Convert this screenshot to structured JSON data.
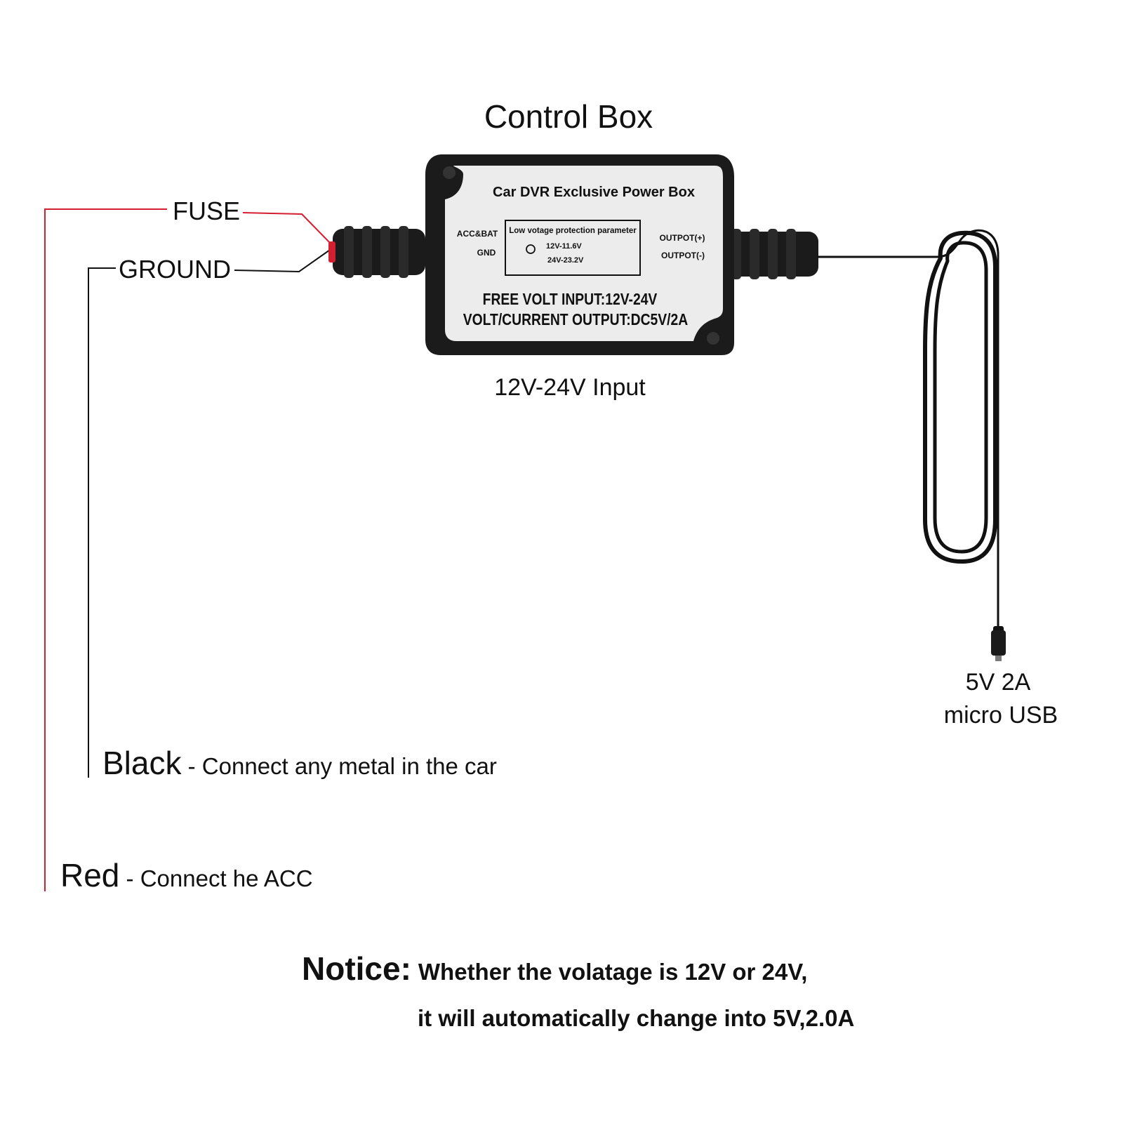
{
  "title": "Control Box",
  "box": {
    "brand": "Car DVR Exclusive Power Box",
    "left_top": "ACC&BAT",
    "left_bottom": "GND",
    "right_top": "OUTPOT(+)",
    "right_bottom": "OUTPOT(-)",
    "param_title": "Low votage protection parameter",
    "param_1": "12V-11.6V",
    "param_2": "24V-23.2V",
    "input_line": "FREE VOLT INPUT:12V-24V",
    "output_line": "VOLT/CURRENT OUTPUT:DC5V/2A"
  },
  "input_caption": "12V-24V Input",
  "fuse_label": "FUSE",
  "ground_label": "GROUND",
  "usb": {
    "line1": "5V 2A",
    "line2": "micro USB"
  },
  "black_wire": {
    "color_name": "Black",
    "desc": " - Connect any metal in the car"
  },
  "red_wire": {
    "color_name": "Red",
    "desc": " - Connect he ACC"
  },
  "notice": {
    "label": "Notice:",
    "line1": "Whether the volatage is 12V or 24V,",
    "line2": "it will automatically change into 5V,2.0A"
  },
  "colors": {
    "red_wire": "#d31f2f",
    "black_wire": "#111111",
    "box_body": "#1b1b1b",
    "label_panel": "#ececec"
  }
}
